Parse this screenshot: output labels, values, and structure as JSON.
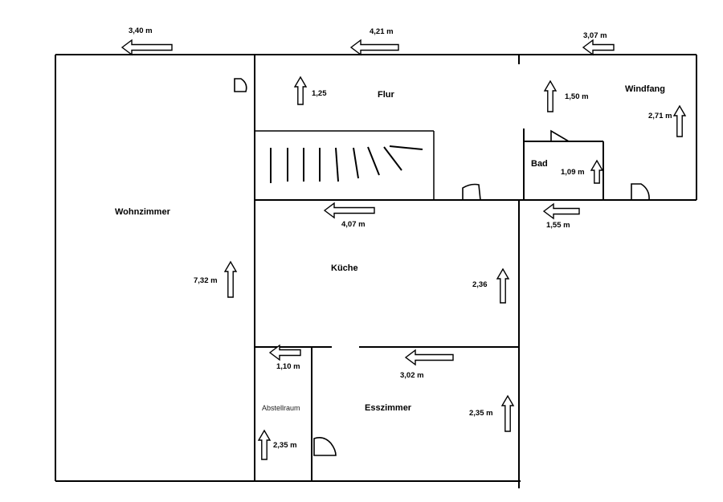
{
  "rooms": {
    "wohnzimmer": "Wohnzimmer",
    "flur": "Flur",
    "windfang": "Windfang",
    "bad": "Bad",
    "kueche": "Küche",
    "abstellraum": "Abstellraum",
    "esszimmer": "Esszimmer"
  },
  "dimensions": {
    "top_left": "3,40 m",
    "top_middle": "4,21 m",
    "top_right": "3,07 m",
    "flur_height": "1,25",
    "windfang_height_a": "1,50 m",
    "windfang_height_b": "2,71 m",
    "bad_height": "1,09 m",
    "kueche_width": "4,07 m",
    "bad_width": "1,55 m",
    "wohnzimmer_height": "7,32 m",
    "kueche_height": "2,36",
    "abstell_width": "1,10 m",
    "esszimmer_width": "3,02 m",
    "esszimmer_height": "2,35 m",
    "abstell_height": "2,35 m"
  }
}
